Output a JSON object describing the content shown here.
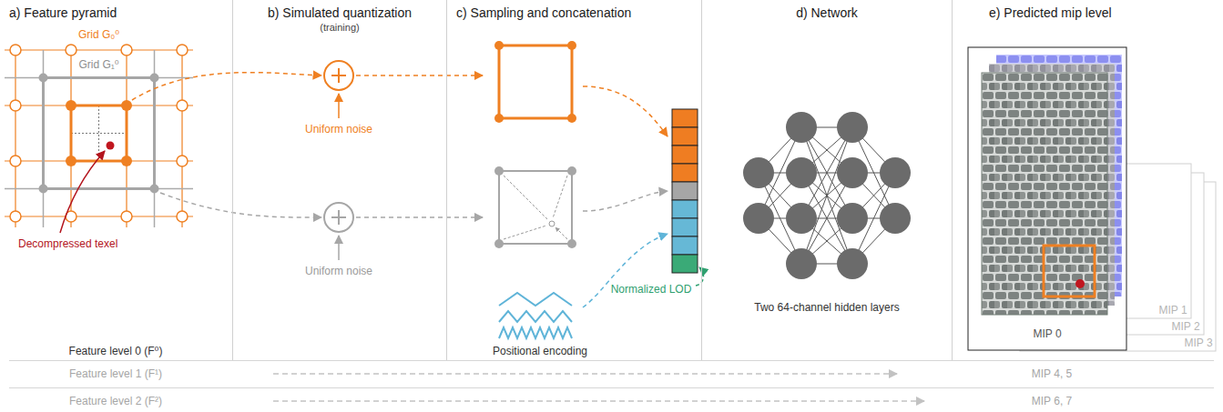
{
  "diagram": {
    "nodes": [
      {
        "text": [
          "a) Feature pyramid"
        ]
      },
      {
        "text": [
          "b) Simulated quantization",
          "(training)"
        ]
      },
      {
        "text": [
          "c) Sampling and concatenation"
        ]
      },
      {
        "text": [
          "d) Network"
        ]
      },
      {
        "text": [
          "e) Predicted mip level"
        ]
      }
    ],
    "labels": [
      "Grid G₀⁰",
      "Grid G₁⁰",
      "Decompressed texel",
      "Feature level 0 (F⁰)",
      "Uniform noise",
      "Uniform noise",
      "Positional encoding",
      "Normalized LOD",
      "Two 64-channel hidden layers",
      "MIP 0",
      "MIP 1",
      "MIP 2",
      "MIP 3",
      "Feature level 1 (F¹)",
      "MIP 4, 5",
      "Feature level 2 (F²)",
      "MIP 6, 7"
    ]
  }
}
